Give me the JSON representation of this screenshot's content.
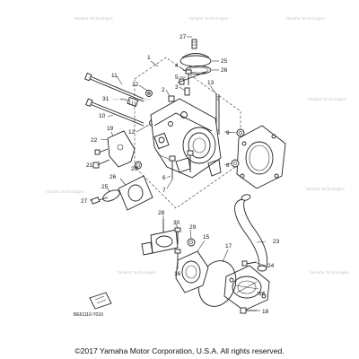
{
  "callouts": [
    "1",
    "2",
    "3",
    "4",
    "5",
    "6",
    "7",
    "8",
    "9",
    "10",
    "11",
    "12",
    "13",
    "14",
    "15",
    "16",
    "17",
    "18",
    "19",
    "20",
    "21",
    "22",
    "23",
    "24",
    "25",
    "26",
    "27",
    "28",
    "29",
    "30",
    "31"
  ],
  "diagram_code": "BE61110-T010",
  "watermark": "Yamaha Technologies",
  "copyright": "©2017 Yamaha Motor Corporation, U.S.A. All rights reserved."
}
